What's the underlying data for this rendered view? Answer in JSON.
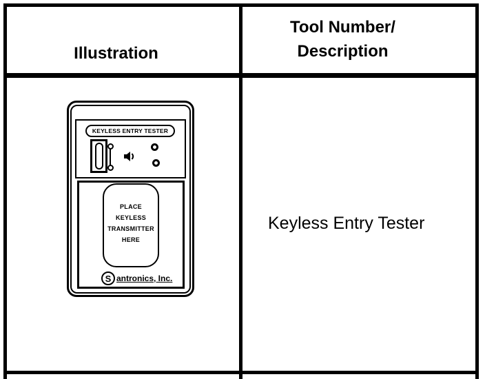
{
  "page": {
    "background": "#ffffff",
    "ink": "#000000"
  },
  "table": {
    "headers": {
      "illustration": "Illustration",
      "tool_line1": "Tool Number/",
      "tool_line2": "Description"
    },
    "row": {
      "description": "Keyless Entry Tester"
    }
  },
  "device": {
    "title": "KEYLESS ENTRY TESTER",
    "pad_lines": [
      "PLACE",
      "KEYLESS",
      "TRANSMITTER",
      "HERE"
    ],
    "brand_initial": "S",
    "brand_text": "antronics, Inc.",
    "icons": {
      "slider": "power-slider",
      "switch": "toggle-switch",
      "speaker": "speaker-icon",
      "leds": "led-indicators"
    }
  }
}
